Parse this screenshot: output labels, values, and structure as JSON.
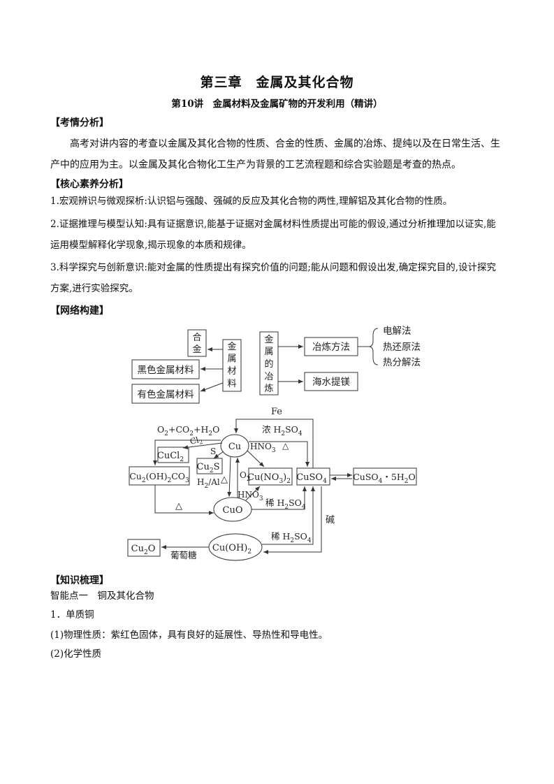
{
  "doc": {
    "title": "第三章　金属及其化合物",
    "subtitle": "第10讲　金属材料及金属矿物的开发利用（精讲）"
  },
  "sections": {
    "exam_heading": "【考情分析】",
    "exam_text": "高考对讲内容的考查以金属及其化合物的性质、合金的性质、金属的冶炼、提纯以及在日常生活、生产中的应用为主。以金属及其化合物化工生产为背景的工艺流程题和综合实验题是考查的热点。",
    "core_heading": "【核心素养分析】",
    "core_1": "1.宏观辨识与微观探析:认识铝与强酸、强碱的反应及其化合物的两性,理解铝及其化合物的性质。",
    "core_2": "2.证据推理与模型认知:具有证据意识,能基于证据对金属材料性质提出可能的假设,通过分析推理加以证实,能运用模型解释化学现象,揭示现象的本质和规律。",
    "core_3": "3.科学探究与创新意识:能对金属的性质提出有探究价值的问题;能从问题和假设出发,确定探究目的,设计探究方案,进行实验探究。",
    "network_heading": "【网络构建】",
    "knowledge_heading": "【知识梳理】",
    "point_1": "智能点一　铜及其化合物",
    "item_1": "1．单质铜",
    "item_1_1": "(1)物理性质：紫红色固体，具有良好的延展性、导热性和导电性。",
    "item_1_2": "(2)化学性质"
  },
  "diagram": {
    "alloy_c1": "合",
    "alloy_c2": "金",
    "metal_material": [
      "金",
      "属",
      "材",
      "料"
    ],
    "metal_smelting": [
      "金",
      "属",
      "的",
      "冶",
      "炼"
    ],
    "black_metal": "黑色金属材料",
    "nonferrous_metal": "有色金属材料",
    "smelting_method": "冶炼方法",
    "seawater_mg": "海水提镁",
    "electrolysis": "电解法",
    "thermal_reduction": "热还原法",
    "thermal_decomp": "热分解法",
    "cu": "Cu",
    "cuo": "CuO",
    "cuoh2": "Cu(OH)",
    "cucl2": "CuCl",
    "cu2s": "Cu",
    "cuno32": "Cu(NO",
    "cuso4": "CuSO",
    "cuso4_5h2o": "CuSO",
    "basic_carbonate": "Cu",
    "cu2o": "Cu",
    "label_fe": "Fe",
    "label_conc_h2so4": "浓 H",
    "label_o2co2h2o": "O",
    "label_cl2": "Cl",
    "label_s": "S",
    "label_hno3": "HNO",
    "label_heat": "△",
    "label_o2": "O",
    "label_h2al": "H",
    "label_dil_h2so4_1": "稀 H",
    "label_dil_h2so4_2": "稀 H",
    "label_base": "碱",
    "label_glucose": "葡萄糖"
  }
}
